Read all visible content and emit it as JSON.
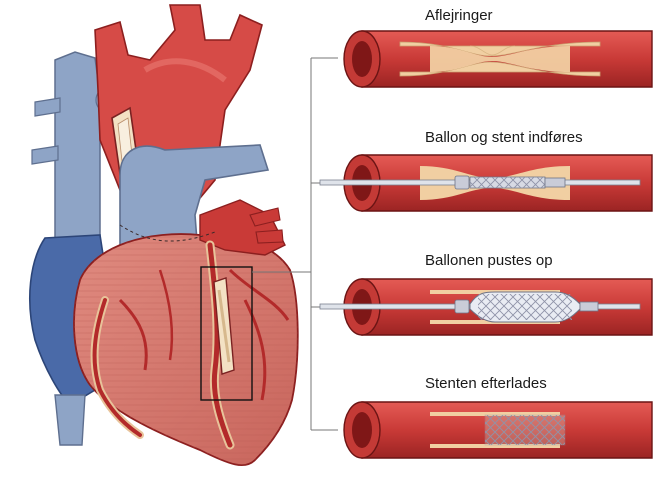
{
  "steps": [
    {
      "label": "Aflejringer"
    },
    {
      "label": "Ballon og stent indføres"
    },
    {
      "label": "Ballonen pustes op"
    },
    {
      "label": "Stenten efterlades"
    }
  ],
  "colors": {
    "artery_red": "#cf3f3f",
    "artery_dark": "#8c1f1f",
    "lumen_red": "#b32a2a",
    "plaque": "#f1cfa2",
    "vein_blue": "#8ea4c6",
    "heart_pink": "#d9837a",
    "stent": "#c9ccd8"
  }
}
